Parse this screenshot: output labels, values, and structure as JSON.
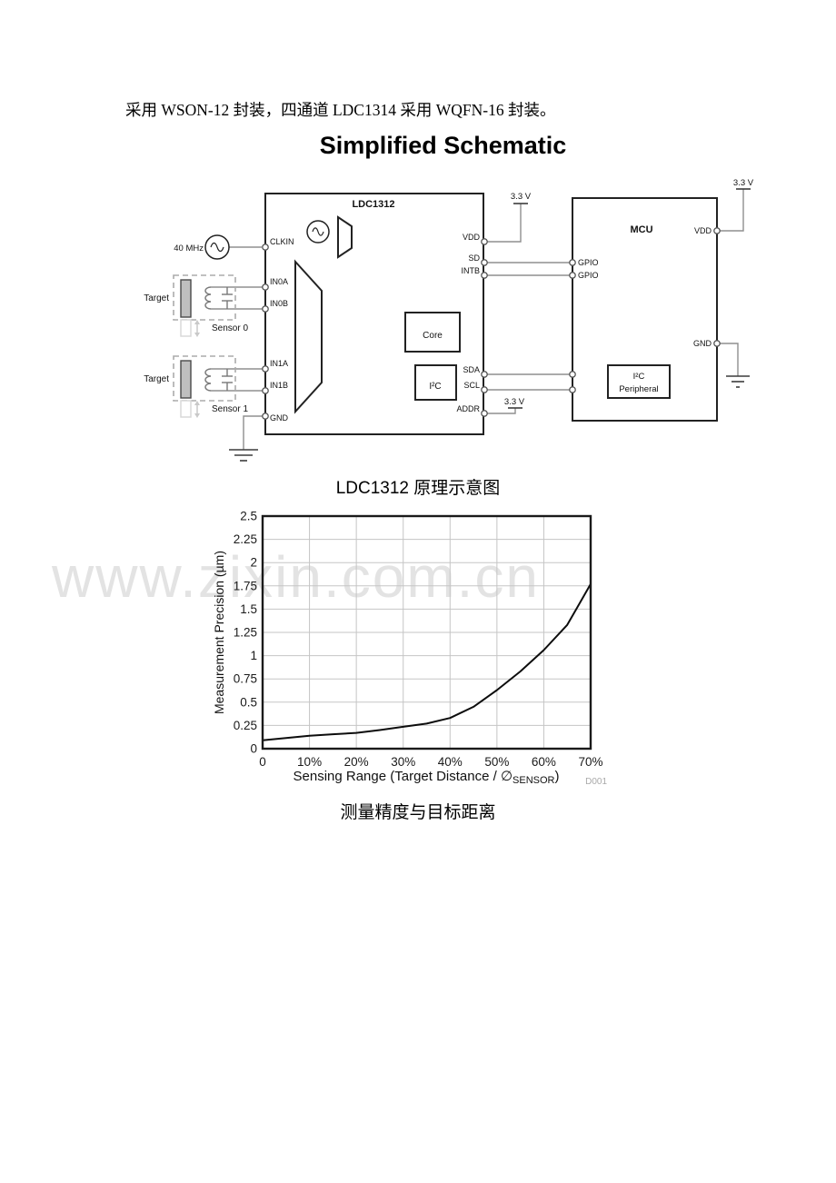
{
  "page": {
    "intro_text": "采用 WSON-12 封装，四通道 LDC1314 采用 WQFN-16 封装。",
    "title": "Simplified Schematic",
    "schematic_caption": "LDC1312 原理示意图",
    "chart_caption": "测量精度与目标距离",
    "watermark": "www.zixin.com.cn"
  },
  "schematic": {
    "chip_title": "LDC1312",
    "mcu": {
      "title": "MCU",
      "gpio": "GPIO",
      "vdd": "VDD",
      "gnd": "GND"
    },
    "core_label": "Core",
    "i2c_label": "I²C",
    "i2c_peripheral": {
      "line1": "I²C",
      "line2": "Peripheral"
    },
    "clock_label": "40 MHz",
    "supply_label": "3.3 V",
    "pins": {
      "clkin": "CLKIN",
      "in0a": "IN0A",
      "in0b": "IN0B",
      "in1a": "IN1A",
      "in1b": "IN1B",
      "gnd": "GND",
      "vdd": "VDD",
      "sd": "SD",
      "intb": "INTB",
      "sda": "SDA",
      "scl": "SCL",
      "addr": "ADDR"
    },
    "target_label": "Target",
    "sensor0_label": "Sensor 0",
    "sensor1_label": "Sensor 1"
  },
  "chart_data": {
    "type": "line",
    "x_percent": [
      0,
      5,
      10,
      15,
      20,
      25,
      30,
      35,
      40,
      45,
      50,
      55,
      60,
      65,
      70
    ],
    "values": [
      0.09,
      0.115,
      0.14,
      0.155,
      0.17,
      0.2,
      0.235,
      0.27,
      0.33,
      0.45,
      0.63,
      0.83,
      1.06,
      1.33,
      1.77
    ],
    "xlabel": "Sensing Range (Target Distance / ∅SENSOR)",
    "xlabel_parts": {
      "pre": "Sensing Range (Target Distance / ∅",
      "sub": "SENSOR",
      "post": ")"
    },
    "ylabel": "Measurement Precision (µm)",
    "x_ticks": [
      "0",
      "10%",
      "20%",
      "30%",
      "40%",
      "50%",
      "60%",
      "70%"
    ],
    "y_ticks": [
      "0",
      "0.25",
      "0.5",
      "0.75",
      "1",
      "1.25",
      "1.5",
      "1.75",
      "2",
      "2.25",
      "2.5"
    ],
    "xlim": [
      0,
      70
    ],
    "ylim": [
      0,
      2.5
    ],
    "grid": true,
    "legend": false,
    "figure_id": "D001"
  }
}
